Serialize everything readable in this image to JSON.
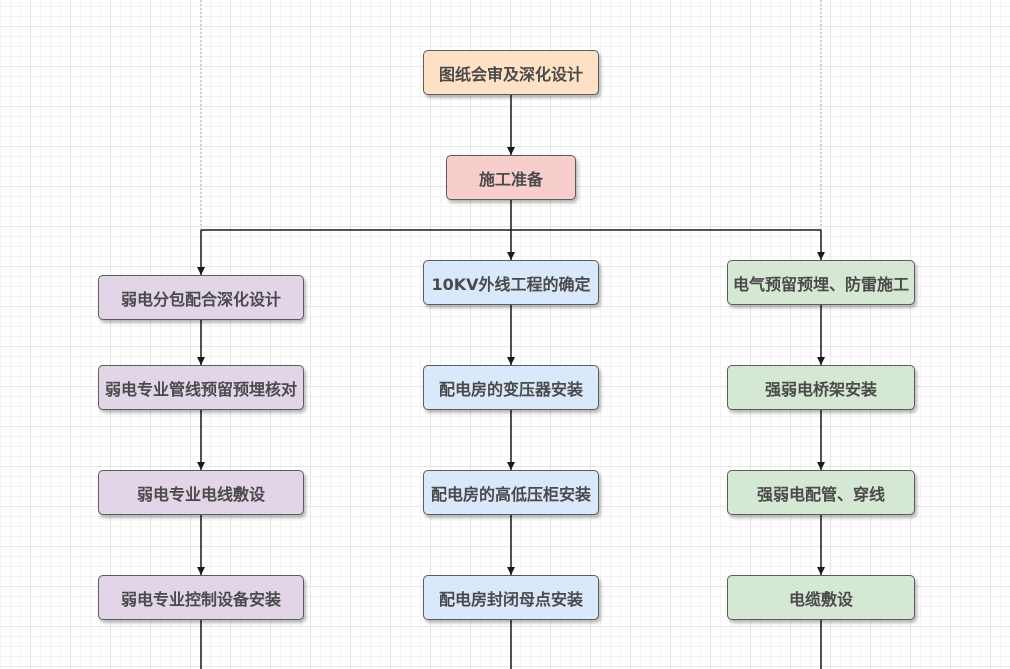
{
  "nodes": {
    "review": "图纸会审及深化设计",
    "prep": "施工准备",
    "col1": [
      "弱电分包配合深化设计",
      "弱电专业管线预留预埋核对",
      "弱电专业电线敷设",
      "弱电专业控制设备安装"
    ],
    "col2": [
      "10KV外线工程的确定",
      "配电房的变压器安装",
      "配电房的高低压柜安装",
      "配电房封闭母点安装"
    ],
    "col3": [
      "电气预留预埋、防雷施工",
      "强弱电桥架安装",
      "强弱电配管、穿线",
      "电缆敷设"
    ]
  },
  "colors": {
    "top": "#ffe2c6",
    "prep": "#f8cecc",
    "col1": "#e1d5e7",
    "col2": "#dae8fc",
    "col3": "#d5e8d4",
    "line": "#1a1a1a"
  }
}
